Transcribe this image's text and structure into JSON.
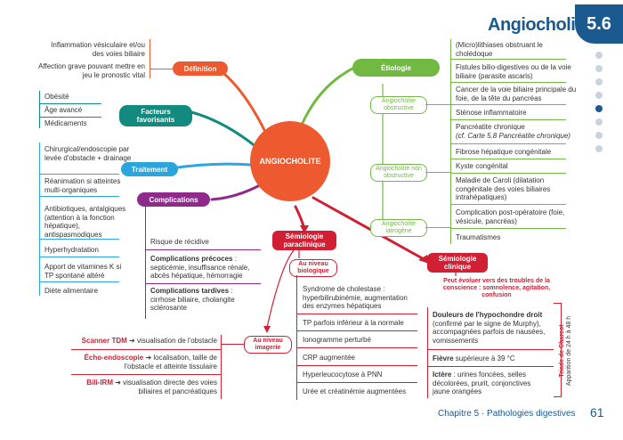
{
  "header": {
    "title": "Angiocholite",
    "section_number": "5.6"
  },
  "center": "ANGIOCHOLITE",
  "definition": {
    "label": "Définition",
    "items": [
      "Inflammation vésiculaire et/ou des voies biliaire",
      "Affection grave pouvant mettre en jeu le pronostic vital"
    ]
  },
  "facteurs": {
    "label": "Facteurs favorisants",
    "items": [
      "Obésité",
      "Âge avancé",
      "Médicaments"
    ]
  },
  "traitement": {
    "label": "Traitement",
    "items": [
      "Chirurgical/endoscopie par levée d'obstacle + drainage",
      "Réanimation si atteintes multi-organiques",
      "Antibiotiques, antalgiques (attention à la fonction hépatique), antispasmodiques",
      "Hyperhydratation",
      "Apport de vitamines K si TP spontané altéré",
      "Diète alimentaire"
    ]
  },
  "complications": {
    "label": "Complications",
    "risque": "Risque de récidive",
    "precoces_title": "Complications précoces",
    "precoces_sep": " :",
    "precoces_text": "septicémie, insuffisance rénale, abcès hépatique, hémorragie",
    "tardives_title": "Complications tardives",
    "tardives_sep": " :",
    "tardives_text": "cirrhose biliaire, cholangite sclérosante"
  },
  "etiologie": {
    "label": "Étiologie",
    "obstructive_label": "Angiocholite obstructive",
    "obstructive_items": [
      "(Micro)lithiases obstruant le cholédoque",
      "Fistules bilio-digestives ou de la voie biliaire (parasite ascaris)",
      "Cancer de la voie biliaire principale du foie, de la tête du pancréas",
      "Sténose inflammatoire"
    ],
    "chronique_text": "Pancréatite chronique",
    "chronique_ref": "(cf. Carte 5.8 Pancréatite chronique)",
    "non_obstructive_label": "Angiocholite non obstructive",
    "non_obstructive_items": [
      "Fibrose hépatique congénitale",
      "Kyste congénital",
      "Maladie de Caroli (dilatation congénitale des voies biliaires intrahépatiques)"
    ],
    "iatrogene_label": "Angiocholite iatrogène",
    "iatrogene_items": [
      "Complication post-opératoire (foie, vésicule, pancréas)",
      "Traumatismes"
    ]
  },
  "semiologie_para": {
    "label": "Sémiologie paraclinique",
    "bio_label": "Au niveau biologique",
    "bio_items": [
      "Syndrome de cholestase : hyperbilirubinémie, augmentation des enzymes hépatiques",
      "TP parfois inférieur à la normale",
      "Ionogramme perturbé",
      "CRP augmentée",
      "Hyperleucocytose à PNN",
      "Urée et créatinémie augmentées"
    ],
    "imagerie_label": "Au niveau imagerie",
    "imagerie_items": [
      {
        "name": "Scanner TDM",
        "text": "visualisation de l'obstacle"
      },
      {
        "name": "Écho-endoscopie",
        "text": "localisation, taille de l'obstacle et atteinte tissulaire"
      },
      {
        "name": "Bili-IRM",
        "text": "visualisation directe des voies biliaires et pancréatiques"
      }
    ],
    "arrow": "➔"
  },
  "semiologie_clin": {
    "label": "Sémiologie clinique",
    "note": "Peut évoluer vers des troubles de la conscience : somnolence, agitation, confusion",
    "douleur_title": "Douleurs de l'hypochondre droit",
    "douleur_text": "(confirmé par le signe de Murphy), accompagnées parfois de nausées, vomissements",
    "fievre_title": "Fièvre",
    "fievre_text": " supérieure à 39 °C",
    "ictere_title": "Ictère",
    "ictere_text": " : urines foncées, selles décolorées, prurit, conjonctives jaune orangées",
    "triade_title": "Triade de Charcot",
    "triade_sub": "Apparition de 24 h à 48 h"
  },
  "footer": {
    "chapter": "Chapitre 5 · Pathologies digestives",
    "page": "61"
  },
  "colors": {
    "center": "#ee5a2f",
    "definition": "#ee5a2f",
    "facteurs": "#138a7e",
    "traitement": "#2ba6dc",
    "complications": "#8f2a8c",
    "etiologie": "#72b944",
    "semiologie": "#d11f33",
    "badge": "#1a5a8f"
  }
}
